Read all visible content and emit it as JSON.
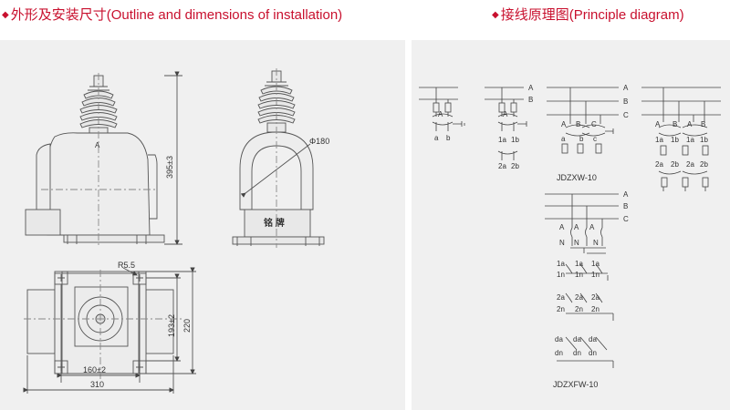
{
  "header": {
    "left_title": "外形及安装尺寸(Outline and dimensions of installation)",
    "right_title": "接线原理图(Principle diagram)",
    "accent_color": "#c8102e"
  },
  "outline": {
    "height_dim": "395±3",
    "diameter_label": "Φ180",
    "nameplate_label": "铭 牌",
    "front_terminal": "A",
    "radius_label": "R5.5",
    "depth_dim_inner": "193±2",
    "depth_dim_outer": "220",
    "width_dim_inner": "160±2",
    "width_dim_outer": "310"
  },
  "principle": {
    "bus": {
      "a": "A",
      "b": "B",
      "c": "C"
    },
    "d1": {
      "top": "A",
      "sec_a": "a",
      "sec_b": "b"
    },
    "d2": {
      "top": "A",
      "sec1a": "1a",
      "sec1b": "1b",
      "sec2a": "2a",
      "sec2b": "2b"
    },
    "d3": {
      "pa": "A",
      "pb": "B",
      "pc": "C",
      "s1": "a",
      "s2": "b",
      "s3": "c",
      "caption": "JDZXW-10"
    },
    "d4": {
      "p1": "A",
      "p2": "B",
      "p3": "A",
      "p4": "B",
      "s1": "1a",
      "s2": "1b",
      "s3": "1a",
      "s4": "1b",
      "t1": "2a",
      "t2": "2b",
      "t3": "2a",
      "t4": "2b"
    },
    "d5": {
      "caption": "JDZXFW-10",
      "a_labels": [
        "A",
        "A",
        "A"
      ],
      "n_labels": [
        "N",
        "N",
        "N"
      ],
      "la_labels": [
        "1a",
        "1a",
        "1a"
      ],
      "ln_labels": [
        "1n",
        "1n",
        "1n"
      ],
      "ta_labels": [
        "2a",
        "2a",
        "2a"
      ],
      "tn_labels": [
        "2n",
        "2n",
        "2n"
      ],
      "da_labels": [
        "da",
        "da",
        "da"
      ],
      "dn_labels": [
        "dn",
        "dn",
        "dn"
      ]
    }
  }
}
